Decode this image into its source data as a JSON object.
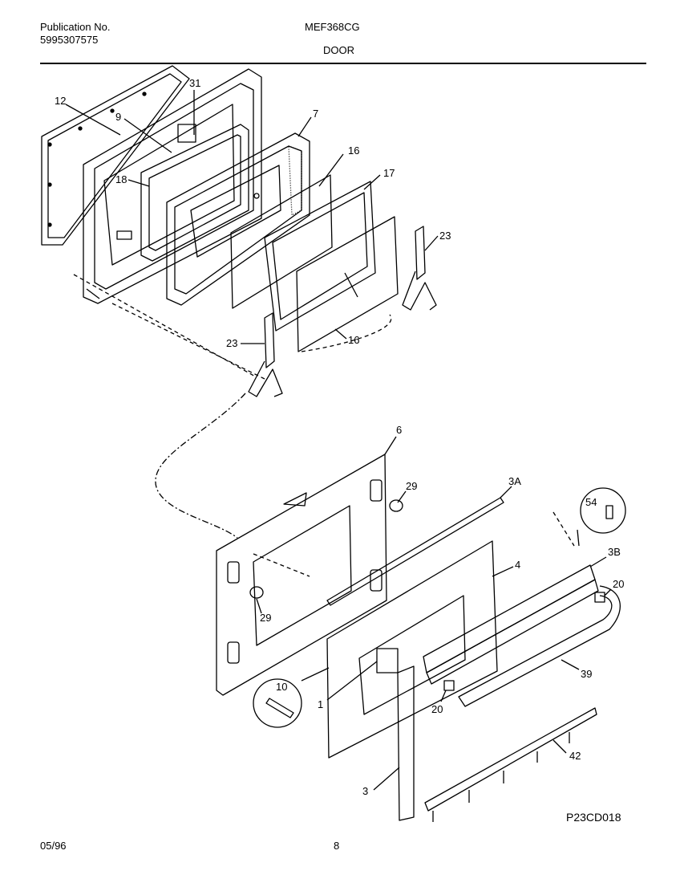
{
  "header": {
    "pub_label": "Publication No.",
    "pub_number": "5995307575",
    "model": "MEF368CG",
    "section": "DOOR"
  },
  "callouts": [
    "12",
    "9",
    "31",
    "7",
    "18",
    "16",
    "17",
    "23",
    "23",
    "16",
    "6",
    "29",
    "3A",
    "54",
    "3B",
    "20",
    "4",
    "29",
    "10",
    "1",
    "20",
    "39",
    "42",
    "3"
  ],
  "footer": {
    "date": "05/96",
    "page": "8",
    "drawing_code": "P23CD018"
  }
}
